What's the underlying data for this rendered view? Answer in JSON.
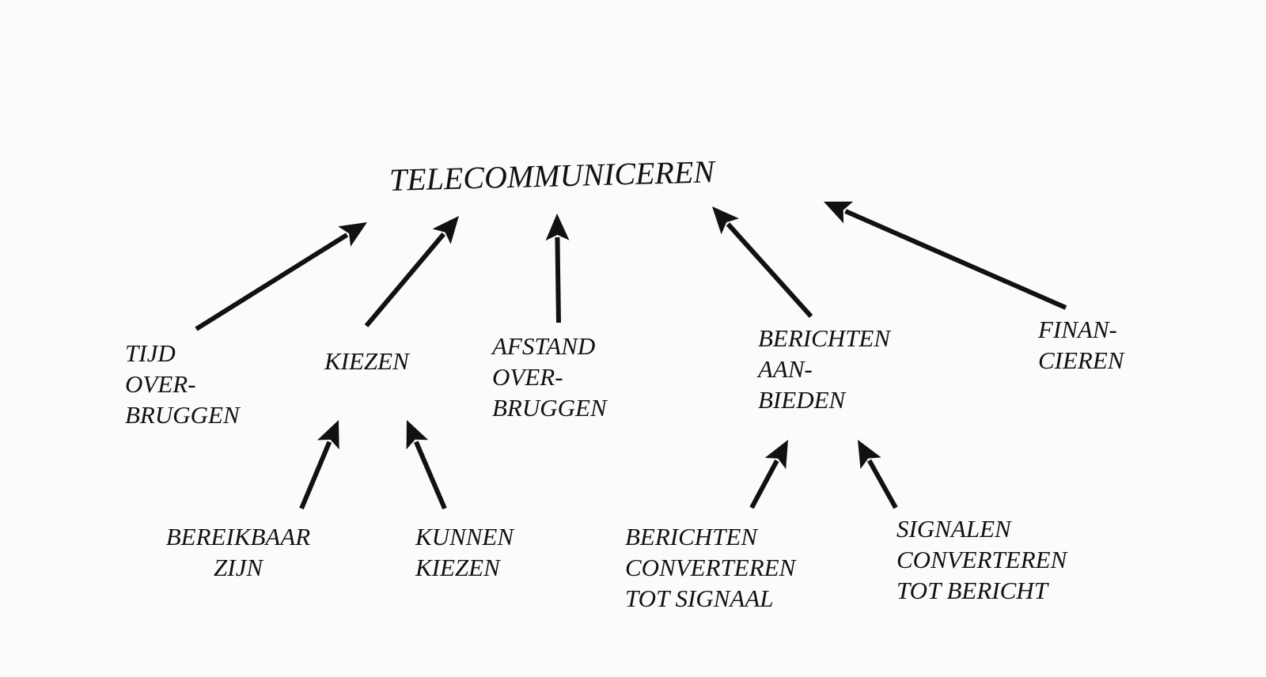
{
  "diagram": {
    "root": {
      "id": "root",
      "lines": [
        "TELECOMMUNICEREN"
      ]
    },
    "nodes": [
      {
        "id": "tijd",
        "lines": [
          "TIJD",
          "OVER-",
          "BRUGGEN"
        ],
        "parent": "root"
      },
      {
        "id": "kiezen",
        "lines": [
          "KIEZEN"
        ],
        "parent": "root"
      },
      {
        "id": "afstand",
        "lines": [
          "AFSTAND",
          "OVER-",
          "BRUGGEN"
        ],
        "parent": "root"
      },
      {
        "id": "berichten",
        "lines": [
          "BERICHTEN",
          "AAN-",
          "BIEDEN"
        ],
        "parent": "root"
      },
      {
        "id": "financieren",
        "lines": [
          "FINAN-",
          "CIEREN"
        ],
        "parent": "root"
      },
      {
        "id": "bereikbaar",
        "lines": [
          "BEREIKBAAR",
          "ZIJN"
        ],
        "parent": "kiezen"
      },
      {
        "id": "kunnen",
        "lines": [
          "KUNNEN",
          "KIEZEN"
        ],
        "parent": "kiezen"
      },
      {
        "id": "berconv",
        "lines": [
          "BERICHTEN",
          "CONVERTEREN",
          "TOT SIGNAAL"
        ],
        "parent": "berichten"
      },
      {
        "id": "sigconv",
        "lines": [
          "SIGNALEN",
          "CONVERTEREN",
          "TOT BERICHT"
        ],
        "parent": "berichten"
      }
    ]
  }
}
